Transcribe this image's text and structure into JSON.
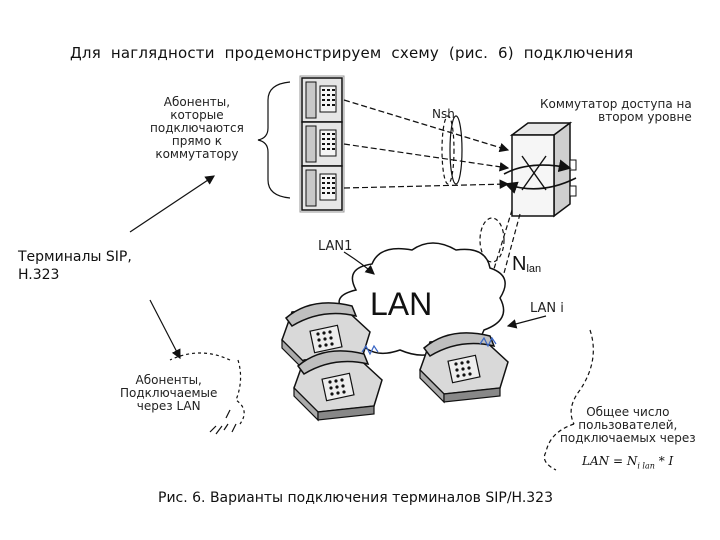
{
  "heading": "Для наглядности продемонстрируем схему (рис. 6) подключения",
  "labels": {
    "direct_subscribers": [
      "Абоненты,",
      "которые",
      "подключаются",
      "прямо к",
      "коммутатору"
    ],
    "nsh": "Nsh",
    "switch": [
      "Коммутатор доступа на",
      "втором уровне"
    ],
    "terminals": [
      "Терминалы SIP,",
      "H.323"
    ],
    "lan1": "LAN1",
    "nlan": "N",
    "nlan_sub": "lan",
    "lan": "LAN",
    "lani": "LAN i",
    "lan_subscribers": [
      "Абоненты,",
      "Подключаемые",
      "через LAN"
    ],
    "total": [
      "Общее число",
      "пользователей,",
      "подключаемых через"
    ],
    "formula": "LAN = N",
    "formula_sub": "i lan",
    "formula_tail": " * I"
  },
  "caption": "Рис. 6. Варианты подключения терминалов SIP/H.323"
}
